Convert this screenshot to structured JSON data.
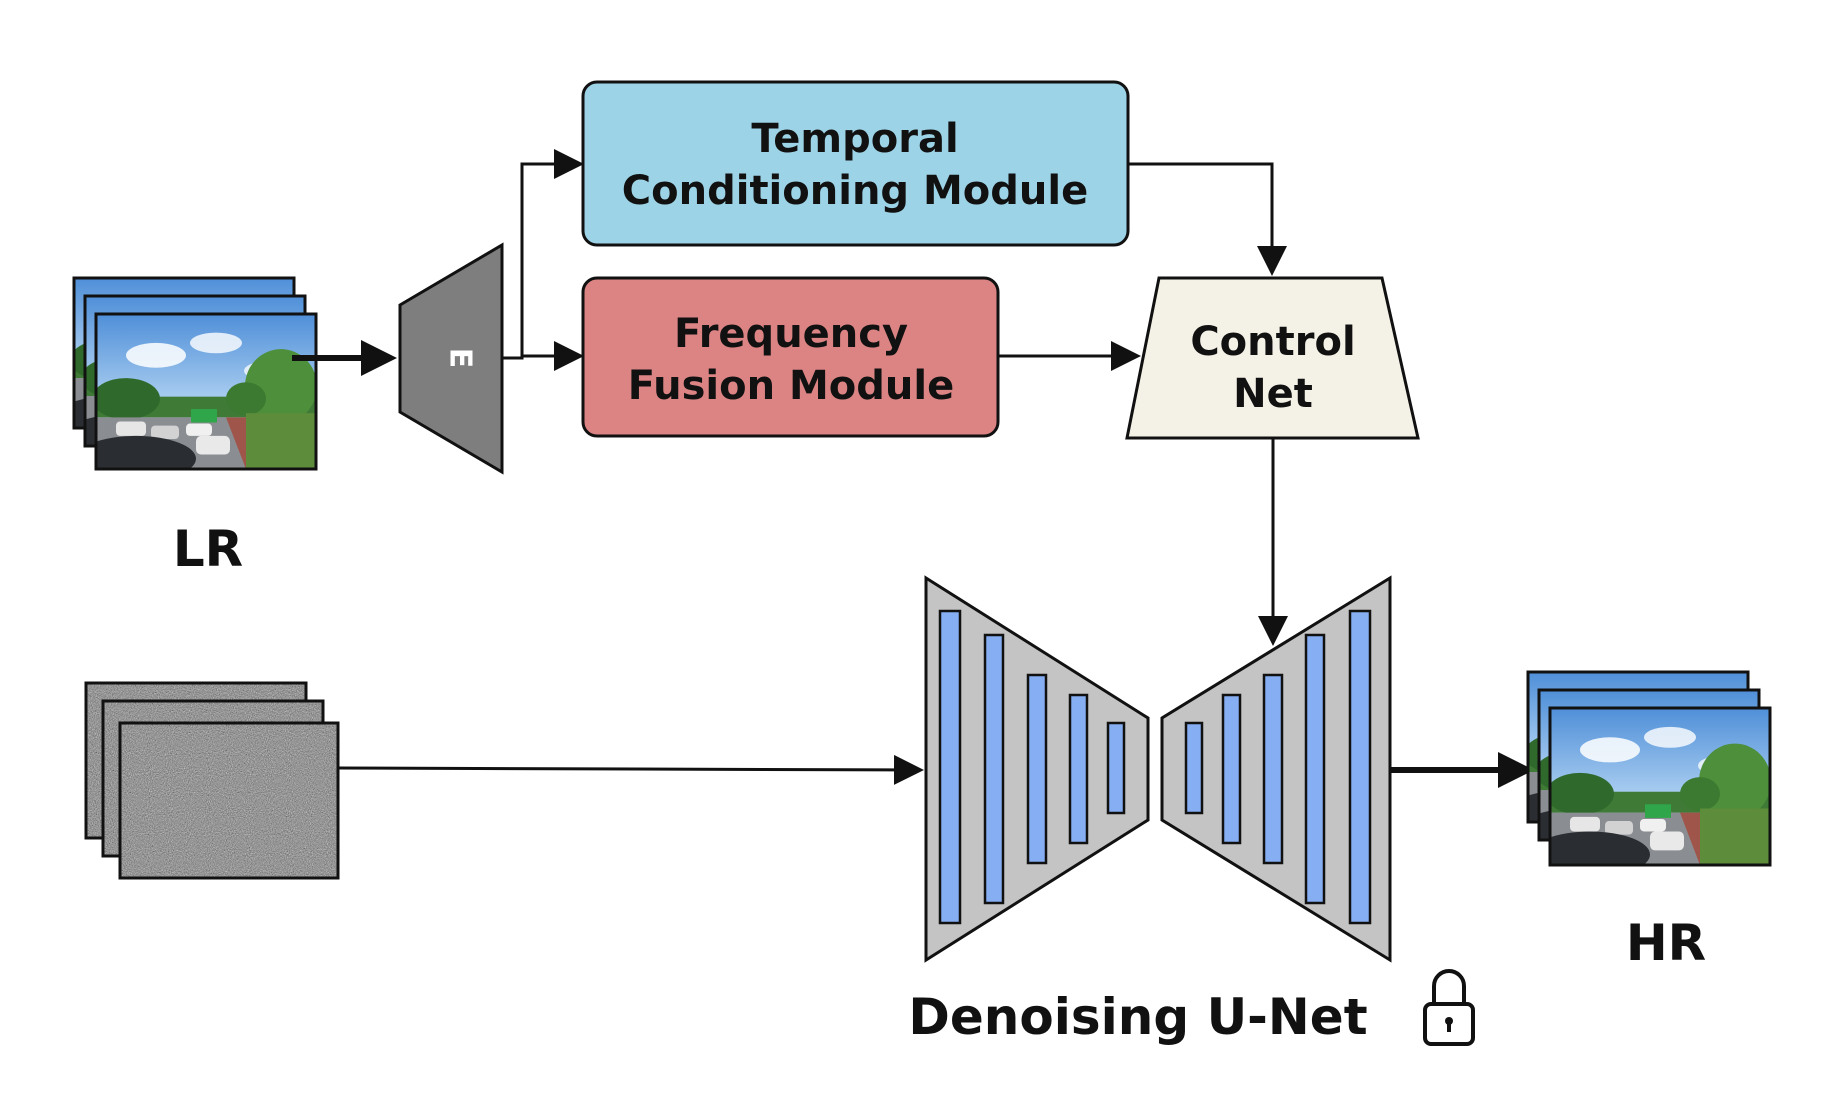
{
  "inputs": {
    "lr_label": "LR",
    "hr_label": "HR"
  },
  "encoder": {
    "label": "E"
  },
  "modules": {
    "temporal": {
      "line1": "Temporal",
      "line2": "Conditioning Module"
    },
    "frequency": {
      "line1": "Frequency",
      "line2": "Fusion Module"
    },
    "controlnet": {
      "line1": "Control",
      "line2": "Net"
    }
  },
  "unet": {
    "label": "Denoising U-Net",
    "lock_icon": "lock-icon"
  },
  "colors": {
    "temporal_fill": "#9dd3e6",
    "frequency_fill": "#dc8484",
    "controlnet_fill": "#f4f1e6",
    "unet_fill": "#c4c4c4",
    "unet_bar": "#86aef2",
    "encoder_fill": "#7e7e7e"
  }
}
